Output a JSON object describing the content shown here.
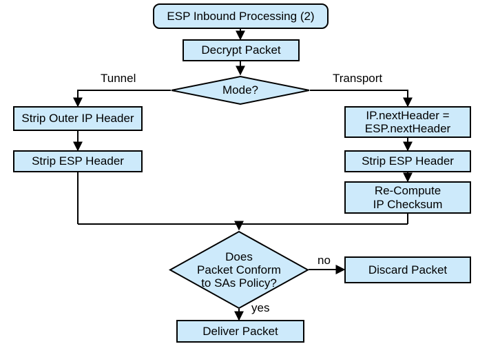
{
  "diagram": {
    "title": "ESP Inbound Processing (2)",
    "style": {
      "node_fill": "#cdeafb",
      "node_stroke": "#000000",
      "edge_stroke": "#000000",
      "background": "#ffffff",
      "text_color": "#000000"
    },
    "nodes": [
      {
        "id": "start",
        "shape": "terminator",
        "label": "ESP Inbound Processing (2)"
      },
      {
        "id": "decrypt",
        "shape": "process",
        "label": "Decrypt Packet"
      },
      {
        "id": "mode",
        "shape": "decision",
        "label": "Mode?"
      },
      {
        "id": "strip_outer",
        "shape": "process",
        "label": "Strip Outer IP Header"
      },
      {
        "id": "strip_esp_l",
        "shape": "process",
        "label": "Strip ESP Header"
      },
      {
        "id": "nextheader",
        "shape": "process",
        "label": "IP.nextHeader =\nESP.nextHeader"
      },
      {
        "id": "strip_esp_r",
        "shape": "process",
        "label": "Strip ESP Header"
      },
      {
        "id": "recompute",
        "shape": "process",
        "label": "Re-Compute\nIP Checksum"
      },
      {
        "id": "conform",
        "shape": "decision",
        "label": "Does\nPacket Conform\nto SAs Policy?"
      },
      {
        "id": "discard",
        "shape": "process",
        "label": "Discard Packet"
      },
      {
        "id": "deliver",
        "shape": "process",
        "label": "Deliver Packet"
      }
    ],
    "edge_labels": [
      {
        "id": "tunnel",
        "text": "Tunnel"
      },
      {
        "id": "transport",
        "text": "Transport"
      },
      {
        "id": "no",
        "text": "no"
      },
      {
        "id": "yes",
        "text": "yes"
      }
    ]
  }
}
